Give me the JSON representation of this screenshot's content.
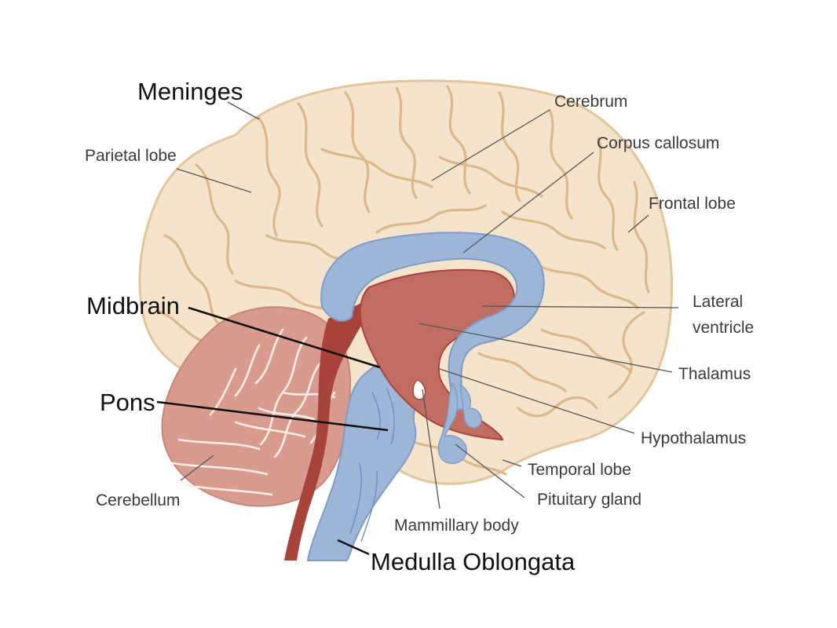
{
  "colors": {
    "cerebrum_fill": "#f4e4cc",
    "gyrus_line": "#dcb888",
    "ventricle_blue": "#9db6d8",
    "ventricle_outline": "#7f9cc6",
    "thalamus_red": "#c16d62",
    "deep_red": "#a8433a",
    "cerebellum_fill": "#d99a90",
    "cerebellum_line": "#fbeee6",
    "label_small": "#3a3a3a",
    "label_big": "#111111"
  },
  "labels": {
    "meninges": "Meninges",
    "parietal_lobe": "Parietal lobe",
    "cerebrum": "Cerebrum",
    "corpus_callosum": "Corpus callosum",
    "frontal_lobe": "Frontal lobe",
    "lateral_ventricle_1": "Lateral",
    "lateral_ventricle_2": "ventricle",
    "thalamus": "Thalamus",
    "hypothalamus": "Hypothalamus",
    "temporal_lobe": "Temporal lobe",
    "pituitary_gland": "Pituitary gland",
    "mammillary_body": "Mammillary body",
    "cerebellum": "Cerebellum",
    "midbrain": "Midbrain",
    "pons": "Pons",
    "medulla_oblongata": "Medulla Oblongata"
  }
}
